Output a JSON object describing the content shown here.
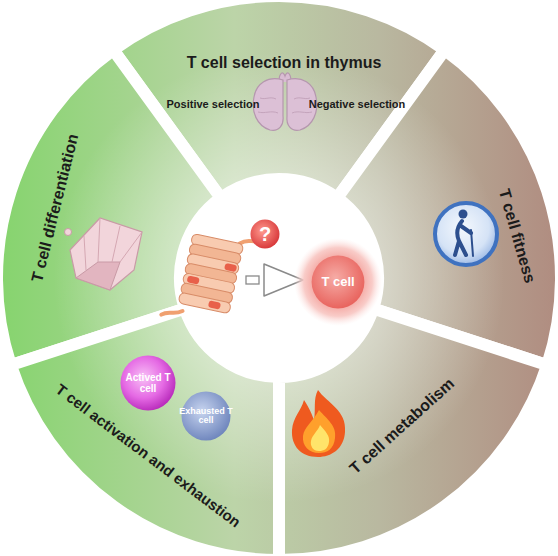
{
  "diagram": {
    "nodes": [
      {
        "text": [
          "T cell selection in thymus",
          "Positive selection",
          "Negative selection"
        ]
      },
      {
        "text": [
          "T cell differentiation"
        ]
      },
      {
        "text": [
          "?"
        ]
      },
      {
        "text": [
          "T cell"
        ]
      },
      {
        "text": [
          "T cell fitness"
        ]
      },
      {
        "text": [
          "T cell activation and exhaustion"
        ]
      },
      {
        "text": [
          "Actived T cell"
        ],
        "in": 5
      },
      {
        "text": [
          "Exhausted T cell"
        ],
        "in": 5
      },
      {
        "text": [
          "T cell metabolism"
        ]
      }
    ]
  }
}
